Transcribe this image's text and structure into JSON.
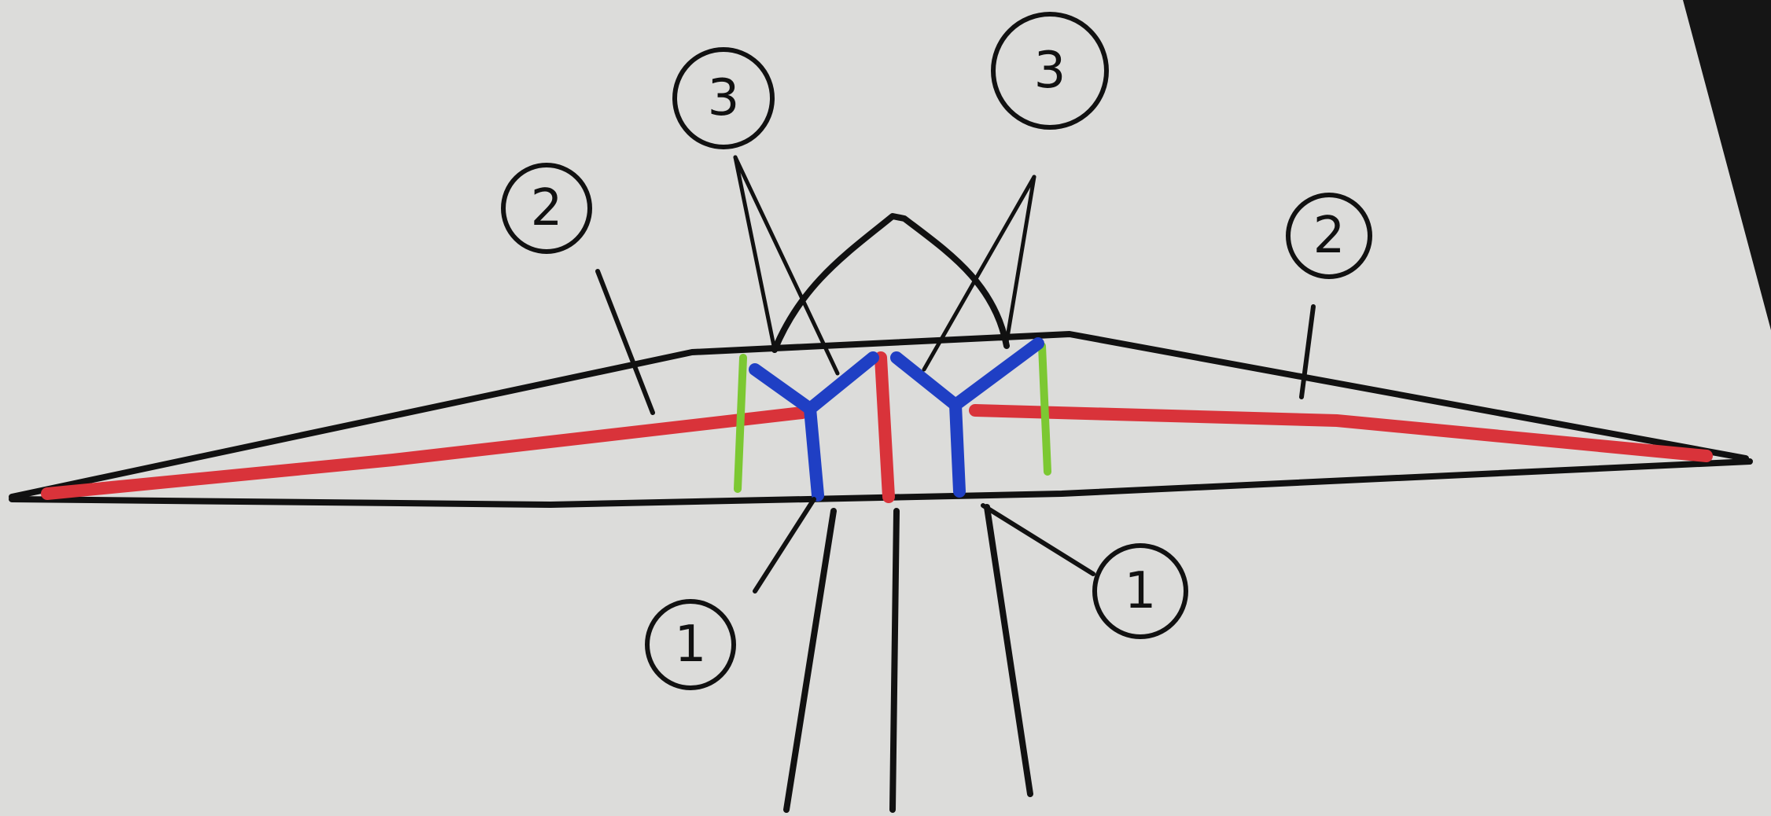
{
  "labels": {
    "label_1_left": "1",
    "label_1_right": "1",
    "label_2_left": "2",
    "label_2_right": "2",
    "label_3_left": "3",
    "label_3_right": "3"
  },
  "colors": {
    "paper": "#d9d9d7",
    "ink": "#111111",
    "red": "#d9333a",
    "blue": "#1f3fc4",
    "green": "#7cc832"
  }
}
